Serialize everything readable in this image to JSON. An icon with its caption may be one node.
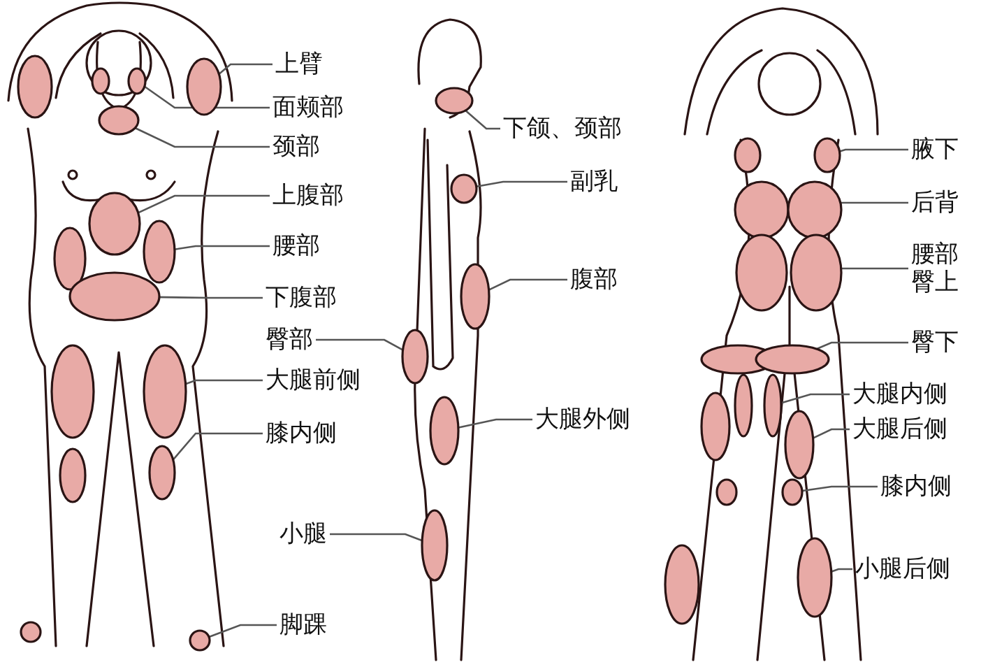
{
  "diagram": {
    "nodes": [
      {
        "text": [
          "上臂"
        ]
      },
      {
        "text": [],
        "shape": "ellipse"
      },
      {
        "text": [
          "面颊部"
        ]
      },
      {
        "text": [],
        "shape": "ellipse"
      },
      {
        "text": [
          "颈部"
        ]
      },
      {
        "text": [],
        "shape": "ellipse"
      },
      {
        "text": [
          "上腹部"
        ]
      },
      {
        "text": [],
        "shape": "ellipse"
      },
      {
        "text": [
          "腰部"
        ]
      },
      {
        "text": [],
        "shape": "ellipse"
      },
      {
        "text": [
          "下腹部"
        ]
      },
      {
        "text": [],
        "shape": "ellipse"
      },
      {
        "text": [
          "臀部"
        ]
      },
      {
        "text": [],
        "shape": "ellipse"
      },
      {
        "text": [
          "大腿前侧"
        ]
      },
      {
        "text": [],
        "shape": "ellipse"
      },
      {
        "text": [
          "膝内侧"
        ]
      },
      {
        "text": [],
        "shape": "ellipse"
      },
      {
        "text": [
          "小腿"
        ]
      },
      {
        "text": [],
        "shape": "ellipse"
      },
      {
        "text": [
          "脚踝"
        ]
      },
      {
        "text": [],
        "shape": "ellipse"
      },
      {
        "text": [
          "下颌、颈部"
        ]
      },
      {
        "text": [],
        "shape": "ellipse"
      },
      {
        "text": [
          "副乳"
        ]
      },
      {
        "text": [],
        "shape": "ellipse"
      },
      {
        "text": [
          "腹部"
        ]
      },
      {
        "text": [],
        "shape": "ellipse"
      },
      {
        "text": [
          "大腿外侧"
        ]
      },
      {
        "text": [],
        "shape": "ellipse"
      },
      {
        "text": [
          "腋下"
        ]
      },
      {
        "text": [],
        "shape": "ellipse"
      },
      {
        "text": [
          "后背"
        ]
      },
      {
        "text": [],
        "shape": "ellipse"
      },
      {
        "text": [
          "腰部臀上"
        ]
      },
      {
        "text": [],
        "shape": "ellipse"
      },
      {
        "text": [
          "臀下"
        ]
      },
      {
        "text": [],
        "shape": "ellipse"
      },
      {
        "text": [
          "大腿内侧"
        ]
      },
      {
        "text": [],
        "shape": "ellipse"
      },
      {
        "text": [
          "大腿后侧"
        ]
      },
      {
        "text": [],
        "shape": "ellipse"
      },
      {
        "text": [
          "膝内侧"
        ]
      },
      {
        "text": [],
        "shape": "ellipse"
      },
      {
        "text": [
          "小腿后侧"
        ]
      },
      {
        "text": [],
        "shape": "ellipse"
      }
    ],
    "edges": [
      {
        "from": 0,
        "to": 1,
        "arrow": "none"
      },
      {
        "from": 2,
        "to": 3,
        "arrow": "none"
      },
      {
        "from": 4,
        "to": 5,
        "arrow": "none"
      },
      {
        "from": 6,
        "to": 7,
        "arrow": "none"
      },
      {
        "from": 8,
        "to": 9,
        "arrow": "none"
      },
      {
        "from": 10,
        "to": 11,
        "arrow": "none"
      },
      {
        "from": 12,
        "to": 13,
        "arrow": "none"
      },
      {
        "from": 14,
        "to": 15,
        "arrow": "none"
      },
      {
        "from": 16,
        "to": 17,
        "arrow": "none"
      },
      {
        "from": 18,
        "to": 19,
        "arrow": "none"
      },
      {
        "from": 20,
        "to": 21,
        "arrow": "none"
      },
      {
        "from": 22,
        "to": 23,
        "arrow": "none"
      },
      {
        "from": 24,
        "to": 25,
        "arrow": "none"
      },
      {
        "from": 26,
        "to": 27,
        "arrow": "none"
      },
      {
        "from": 28,
        "to": 29,
        "arrow": "none"
      },
      {
        "from": 30,
        "to": 31,
        "arrow": "none"
      },
      {
        "from": 32,
        "to": 33,
        "arrow": "none"
      },
      {
        "from": 34,
        "to": 35,
        "arrow": "none"
      },
      {
        "from": 36,
        "to": 37,
        "arrow": "none"
      },
      {
        "from": 38,
        "to": 39,
        "arrow": "none"
      },
      {
        "from": 40,
        "to": 41,
        "arrow": "none"
      },
      {
        "from": 42,
        "to": 43,
        "arrow": "none"
      },
      {
        "from": 44,
        "to": 45,
        "arrow": "none"
      }
    ]
  }
}
